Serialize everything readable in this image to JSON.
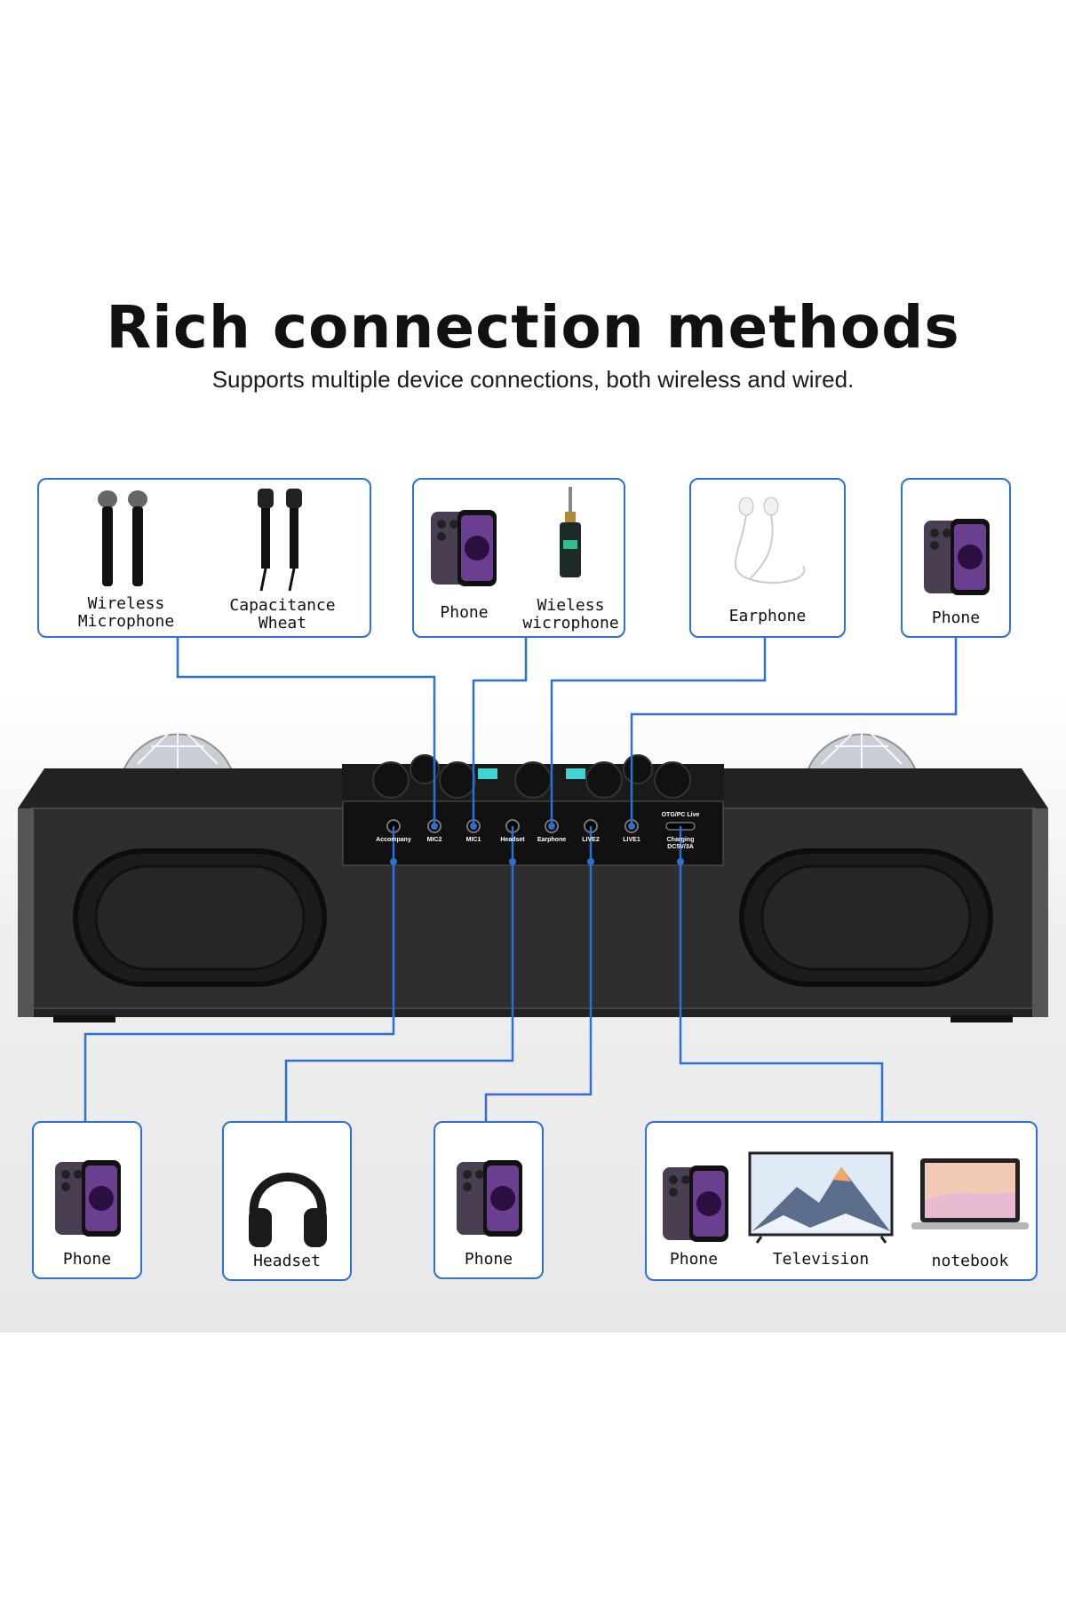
{
  "title": "Rich connection methods",
  "subtitle": "Supports multiple device connections, both wireless and wired.",
  "colors": {
    "connector": "#2d6fd6",
    "background": "#ffffff",
    "speaker_body": "#2a2a2a"
  },
  "ports": {
    "accompany": "Accompany",
    "mic2": "MIC2",
    "mic1": "MIC1",
    "headset": "Headset",
    "earphone": "Earphone",
    "live2": "LIVE2",
    "live1": "LIVE1",
    "otg": "OTG/PC Live",
    "charging": "Charging\nDC5V/3A"
  },
  "top_boxes": {
    "mics": {
      "wireless_mic": "Wireless\nMicrophone",
      "capacitance_wheat": "Capacitance\nWheat"
    },
    "phone_wireless": {
      "phone": "Phone",
      "wieless_microphone": "Wieless\nwicrophone"
    },
    "earphone": {
      "earphone": "Earphone"
    },
    "phone_live": {
      "phone": "Phone"
    }
  },
  "bottom_boxes": {
    "phone_accompany": {
      "phone": "Phone"
    },
    "headset": {
      "headset": "Headset"
    },
    "phone_live2": {
      "phone": "Phone"
    },
    "otg_devices": {
      "phone": "Phone",
      "television": "Television",
      "notebook": "notebook"
    }
  }
}
